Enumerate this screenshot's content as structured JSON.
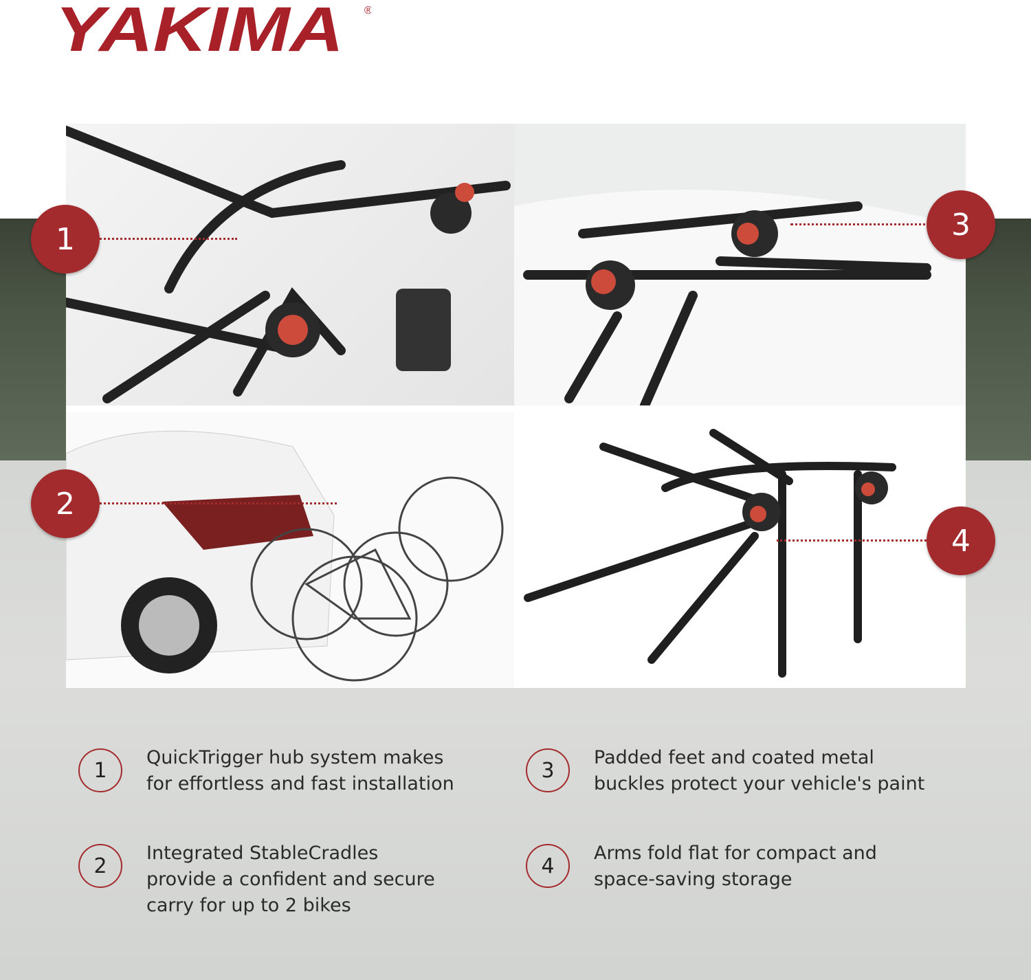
{
  "brand": {
    "name": "YAKIMA",
    "registered": "®",
    "color": "#a82128"
  },
  "callouts": [
    "1",
    "2",
    "3",
    "4"
  ],
  "features": [
    {
      "num": "1",
      "text": "QuickTrigger hub system makes\nfor effortless and fast installation"
    },
    {
      "num": "2",
      "text": "Integrated StableCradles\nprovide a confident and secure\ncarry for up to 2 bikes"
    },
    {
      "num": "3",
      "text": "Padded feet and coated metal\nbuckles protect your vehicle's paint"
    },
    {
      "num": "4",
      "text": "Arms fold flat for compact and\nspace-saving storage"
    }
  ],
  "colors": {
    "accent": "#a32a2d"
  }
}
